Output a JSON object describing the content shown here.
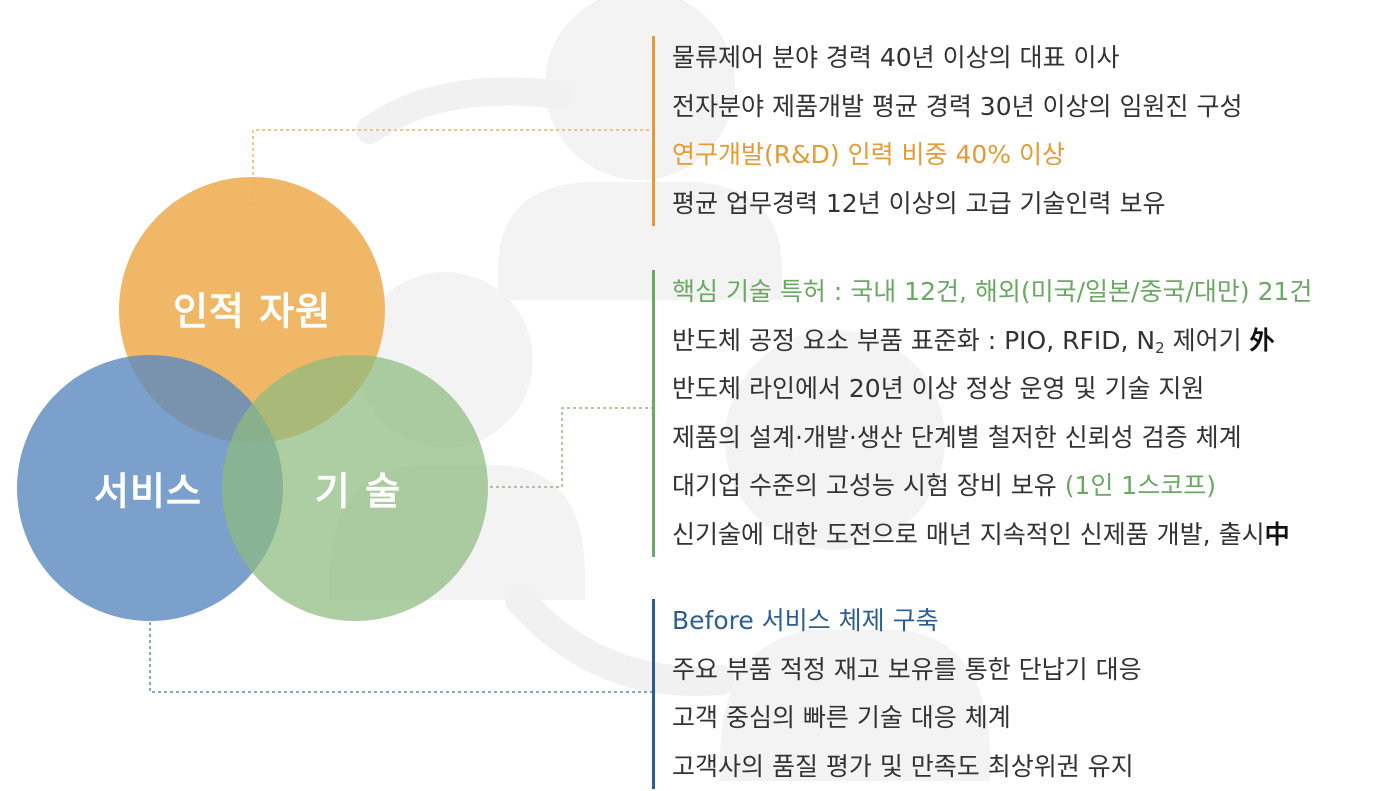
{
  "venn": {
    "circles": [
      {
        "label": "인적 자원",
        "color": "#efb35f"
      },
      {
        "label": "서비스",
        "color": "#5e8bbf"
      },
      {
        "label": "기 술",
        "color": "#8dbb80"
      }
    ]
  },
  "groups": {
    "human": {
      "bar_color": "#e59a36",
      "lines": [
        "물류제어 분야 경력 40년 이상의 대표 이사",
        "전자분야 제품개발 평균 경력 30년 이상의 임원진 구성",
        "연구개발(R&D) 인력 비중 40% 이상",
        "평균 업무경력 12년 이상의 고급 기술인력 보유"
      ]
    },
    "tech": {
      "bar_color": "#6aa863",
      "line1": "핵심 기술 특허 : 국내 12건, 해외(미국/일본/중국/대만) 21건",
      "line2_pre": "반도체 공정 요소 부품 표준화 : PIO, RFID, N",
      "line2_sub": "2",
      "line2_mid": " 제어기 ",
      "line2_post": "外",
      "line3": "반도체 라인에서 20년 이상 정상 운영 및 기술 지원",
      "line4": "제품의 설계·개발·생산 단계별 철저한 신뢰성 검증 체계",
      "line5_pre": "대기업 수준의 고성능 시험 장비 보유 ",
      "line5_hl": "(1인 1스코프)",
      "line6_pre": "신기술에 대한 도전으로 매년 지속적인 신제품 개발, 출시",
      "line6_post": "中"
    },
    "service": {
      "bar_color": "#2c5e95",
      "lines": [
        "Before 서비스 체제 구축",
        "주요 부품 적정 재고 보유를 통한 단납기 대응",
        "고객 중심의 빠른 기술 대응 체계",
        "고객사의 품질 평가 및 만족도 최상위권 유지"
      ]
    }
  }
}
